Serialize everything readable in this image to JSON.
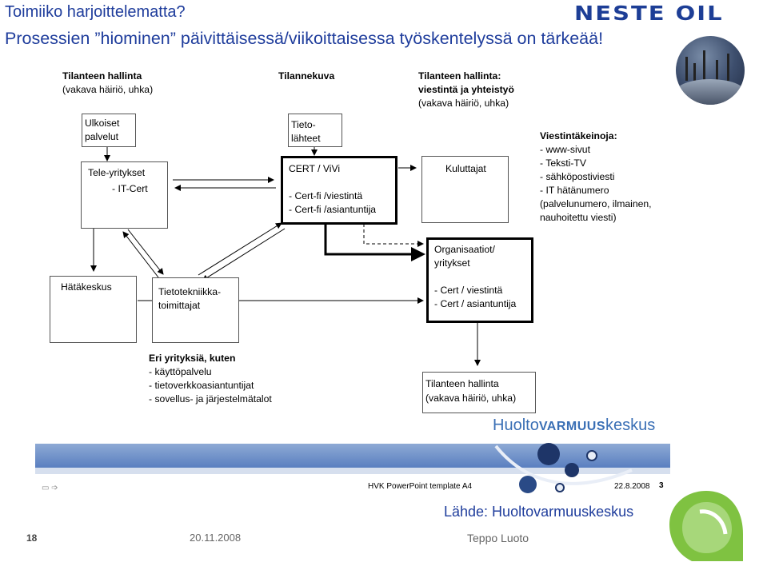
{
  "title": {
    "line1": "Toimiiko harjoittelematta?",
    "line2": "Prosessien ”hiominen” päivittäisessä/viikoittaisessa työskentelyssä on tärkeää!"
  },
  "brand": {
    "logo_text": "NESTE OIL",
    "color": "#1d3e96"
  },
  "diagram": {
    "headers": {
      "h1_title": "Tilanteen hallinta",
      "h1_sub": "(vakava häiriö, uhka)",
      "h2_title": "Tilannekuva",
      "h3_title1": "Tilanteen hallinta:",
      "h3_title2": "viestintä ja yhteistyö",
      "h3_sub": "(vakava häiriö, uhka)"
    },
    "boxes": {
      "ulkoiset_1": "Ulkoiset",
      "ulkoiset_2": "palvelut",
      "tele_1": "Tele-yritykset",
      "tele_2": "- IT-Cert",
      "tieto_1": "Tieto-",
      "tieto_2": "lähteet",
      "cert_1": "CERT / ViVi",
      "cert_2": "- Cert-fi /viestintä",
      "cert_3": "- Cert-fi /asiantuntija",
      "kuluttajat": "Kuluttajat",
      "hata": "Hätäkeskus",
      "tietotek_1": "Tietotekniikka-",
      "tietotek_2": "toimittajat",
      "org_1": "Organisaatiot/",
      "org_2": "yritykset",
      "org_3": "- Cert / viestintä",
      "org_4": "- Cert / asiantuntija",
      "hallinta_1": "Tilanteen hallinta",
      "hallinta_2": "(vakava häiriö, uhka)"
    },
    "viestinta": [
      "Viestintäkeinoja:",
      "- www-sivut",
      "- Teksti-TV",
      "- sähköpostiviesti",
      "- IT hätänumero",
      "(palvelunumero, ilmainen,",
      "nauhoitettu viesti)"
    ],
    "eri_yritykset": [
      "Eri yrityksiä, kuten",
      "- käyttöpalvelu",
      "- tietoverkkoasiantuntijat",
      "- sovellus- ja järjestelmätalot"
    ]
  },
  "embedded_slide": {
    "logo_pre": "Huolto",
    "logo_mid": "VARMUUS",
    "logo_post": "keskus",
    "template": "HVK PowerPoint template A4",
    "date": "22.8.2008",
    "page": "3"
  },
  "source": "Lähde: Huoltovarmuuskeskus",
  "footer": {
    "page_number": "18",
    "date": "20.11.2008",
    "author": "Teppo Luoto"
  },
  "colors": {
    "title": "#1f3d9c",
    "accent_green": "#7fc241",
    "hvk_blue": "#3a6fb5"
  }
}
